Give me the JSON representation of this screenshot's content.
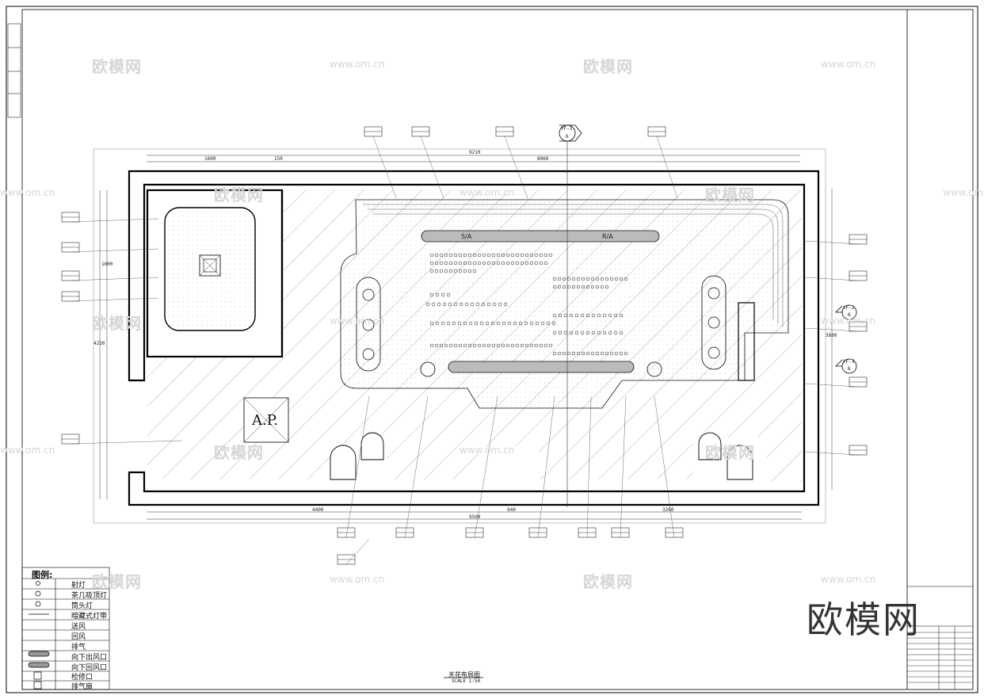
{
  "watermarks": {
    "logo": "欧模网",
    "url": "www.om.cn"
  },
  "brand": "欧模网",
  "plan": {
    "ap_label": "A.P.",
    "bar_top_left": "S/A",
    "bar_top_right": "R/A",
    "drawing_title": "天花布局图",
    "scale": "SCALE 1:50"
  },
  "markers": {
    "top": {
      "code": "YF-1",
      "num": "6"
    },
    "right1": {
      "code": "YF-2",
      "num": "6"
    },
    "right2": {
      "code": "YF-3",
      "num": "6"
    }
  },
  "dimensions": {
    "top_total": "9210",
    "top_left": "1600",
    "top_mid": "150",
    "top_right": "8060",
    "bottom_total": "9500",
    "bottom_a": "4400",
    "bottom_b": "940",
    "bottom_c": "3260",
    "left_total": "4210",
    "left_a": "1600",
    "right_total": "3800"
  },
  "legend": {
    "title": "图例:",
    "items": [
      {
        "symbol": "spot",
        "label": "射灯"
      },
      {
        "symbol": "drop",
        "label": "茶几吸顶灯"
      },
      {
        "symbol": "bulb",
        "label": "筒头灯"
      },
      {
        "symbol": "strip",
        "label": "暗藏式灯带"
      },
      {
        "symbol": "supply",
        "label": "送风"
      },
      {
        "symbol": "return",
        "label": "回风"
      },
      {
        "symbol": "exhaust",
        "label": "排气"
      },
      {
        "symbol": "down",
        "label": "向下出风口"
      },
      {
        "symbol": "downret",
        "label": "向下回风口"
      },
      {
        "symbol": "access",
        "label": "检修口"
      },
      {
        "symbol": "vent",
        "label": "排气扇"
      }
    ]
  },
  "colors": {
    "line": "#111111",
    "hatch": "#555555",
    "border": "#000000",
    "watermark": "#d6d6d6"
  }
}
